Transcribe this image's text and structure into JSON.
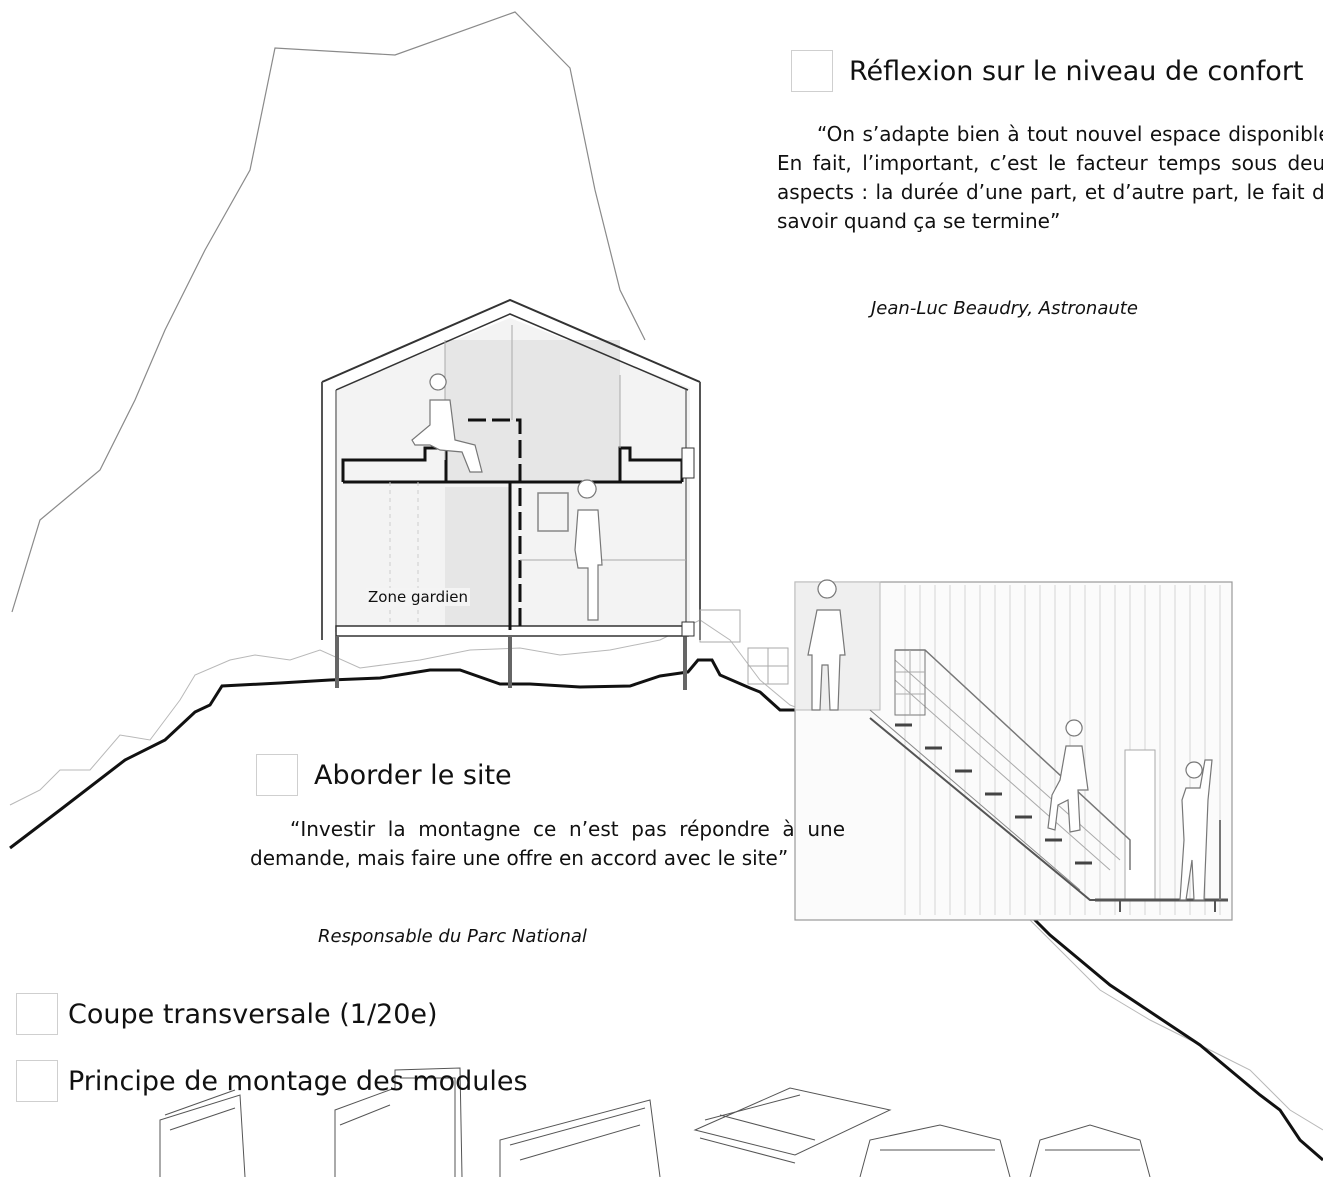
{
  "sections": [
    {
      "title": "Réflexion sur le niveau de confort"
    },
    {
      "title": "Aborder le site"
    },
    {
      "title": "Coupe transversale (1/20e)"
    },
    {
      "title": "Principe de montage des modules"
    }
  ],
  "quotes": [
    {
      "text": "“On s’adapte bien à tout nouvel espace disponible. En fait, l’important, c’est le facteur temps sous deux aspects : la durée d’une part, et d’autre part, le fait de savoir quand ça se termine”",
      "author": "Jean-Luc Beaudry, Astronaute"
    },
    {
      "text": "“Investir la montagne ce n’est pas répondre à une demande, mais faire une offre en accord avec le site”",
      "author": "Responsable du Parc National"
    }
  ],
  "labels": {
    "zone": "Zone gardien"
  }
}
